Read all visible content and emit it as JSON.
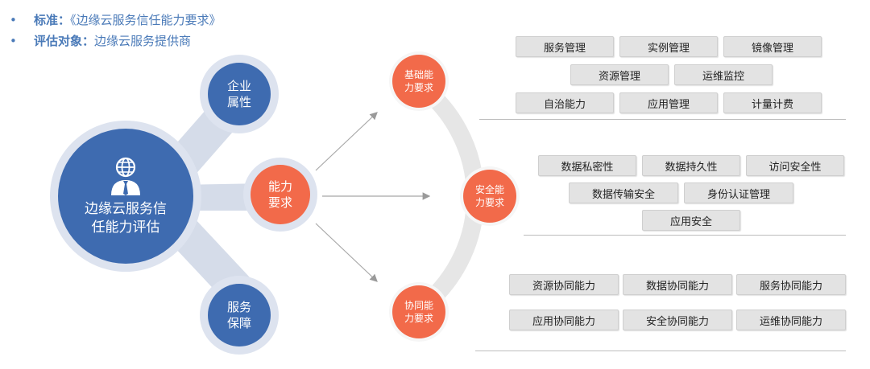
{
  "header": {
    "bullet_glyph": "•",
    "standard_label": "标准：",
    "standard_value": "《边缘云服务信任能力要求》",
    "target_label": "评估对象：",
    "target_value": "边缘云服务提供商"
  },
  "center": {
    "title_line1": "边缘云服务信",
    "title_line2": "任能力评估"
  },
  "satellites": {
    "enterprise_line1": "企业",
    "enterprise_line2": "属性",
    "capability_line1": "能力",
    "capability_line2": "要求",
    "service_line1": "服务",
    "service_line2": "保障"
  },
  "categories": {
    "basic_line1": "基础能",
    "basic_line2": "力要求",
    "security_line1": "安全能",
    "security_line2": "力要求",
    "collab_line1": "协同能",
    "collab_line2": "力要求"
  },
  "basic_items": [
    "服务管理",
    "实例管理",
    "镜像管理",
    "资源管理",
    "运维监控",
    "自治能力",
    "应用管理",
    "计量计费"
  ],
  "security_items": [
    "数据私密性",
    "数据持久性",
    "访问安全性",
    "数据传输安全",
    "身份认证管理",
    "应用安全"
  ],
  "collab_items": [
    "资源协同能力",
    "数据协同能力",
    "服务协同能力",
    "应用协同能力",
    "安全协同能力",
    "运维协同能力"
  ],
  "colors": {
    "blue": "#3e6bb0",
    "orange": "#f26a4a",
    "ring": "#dde3ef",
    "tag_bg": "#e3e3e3",
    "text_accent": "#4a7ab8"
  }
}
